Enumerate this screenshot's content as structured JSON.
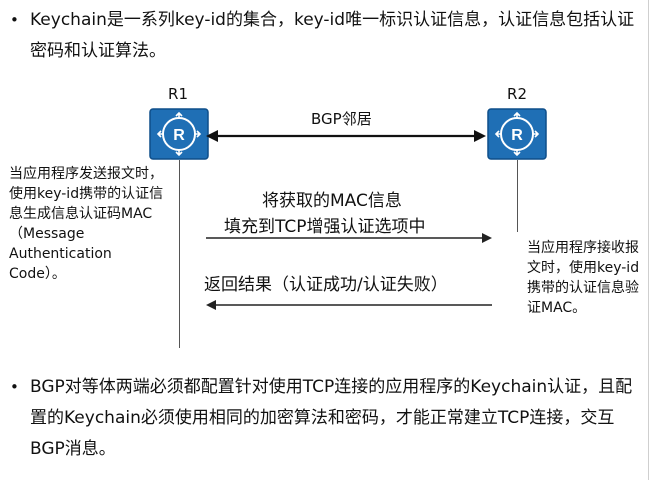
{
  "top_bullet": {
    "marker": "•",
    "text": "Keychain是一系列key-id的集合，key-id唯一标识认证信息，认证信息包括认证密码和认证算法。"
  },
  "diagram": {
    "r1_label": "R1",
    "r2_label": "R2",
    "router_icon": "router-icon",
    "bgp_label": "BGP邻居",
    "mac_label_line1": "将获取的MAC信息",
    "mac_label_line2": "填充到TCP增强认证选项中",
    "result_label": "返回结果（认证成功/认证失败）",
    "left_note": "当应用程序发送报文时，使用key-id携带的认证信息生成信息认证码MAC（Message Authentication Code）。",
    "right_note": "当应用程序接收报文时，使用key-id携带的认证信息验证MAC。",
    "colors": {
      "router_fill": "#1f6fb5",
      "router_border": "#0f4f8a",
      "line": "#222222"
    }
  },
  "bottom_bullet": {
    "marker": "•",
    "text": "BGP对等体两端必须都配置针对使用TCP连接的应用程序的Keychain认证，且配置的Keychain必须使用相同的加密算法和密码，才能正常建立TCP连接，交互BGP消息。"
  }
}
